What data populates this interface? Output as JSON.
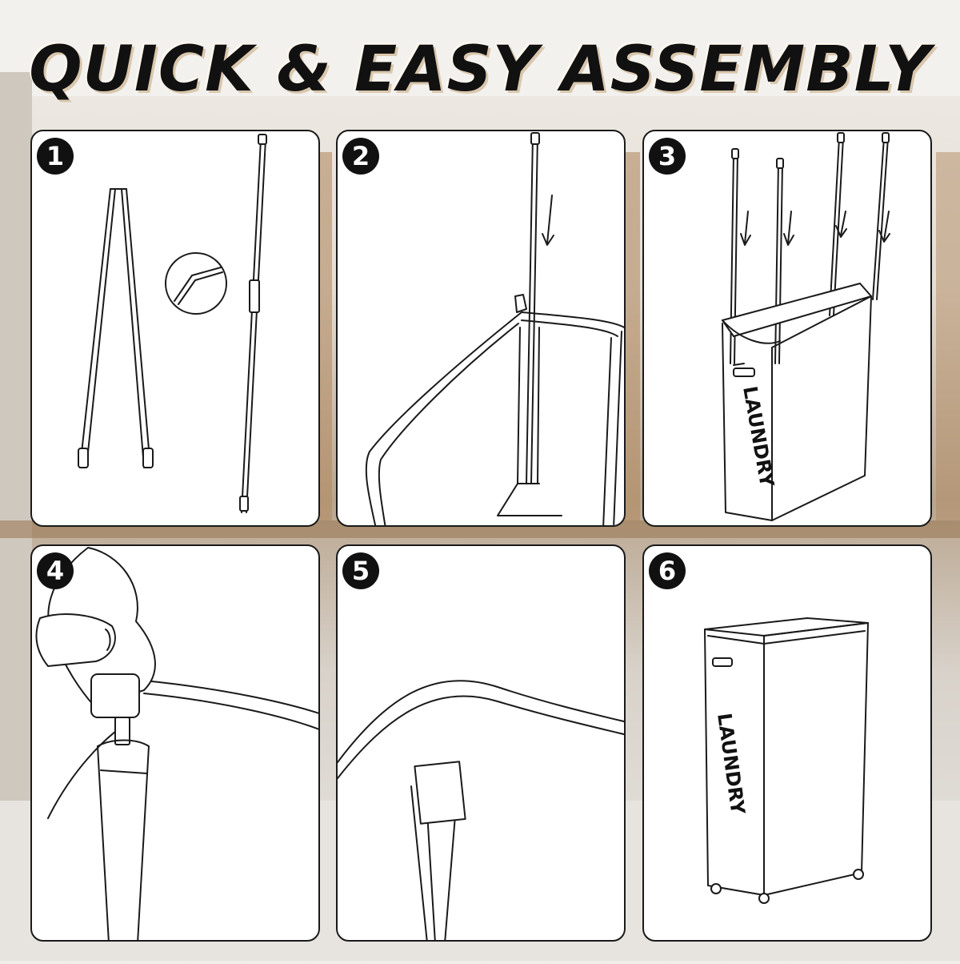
{
  "header": {
    "title": "QUICK & EASY ASSEMBLY"
  },
  "steps": [
    {
      "number": "1"
    },
    {
      "number": "2"
    },
    {
      "number": "3"
    },
    {
      "number": "4"
    },
    {
      "number": "5"
    },
    {
      "number": "6"
    }
  ],
  "product": {
    "label": "LAUNDRY"
  },
  "colors": {
    "line": "#1a1a1a",
    "panel_bg": "#ffffff",
    "title": "#111111",
    "background": "#d8cfc4"
  },
  "icons": [
    "folded-pole-icon",
    "joint-detail-icon",
    "extended-pole-icon",
    "down-arrow-icon",
    "hand-icon",
    "hamper-icon"
  ]
}
